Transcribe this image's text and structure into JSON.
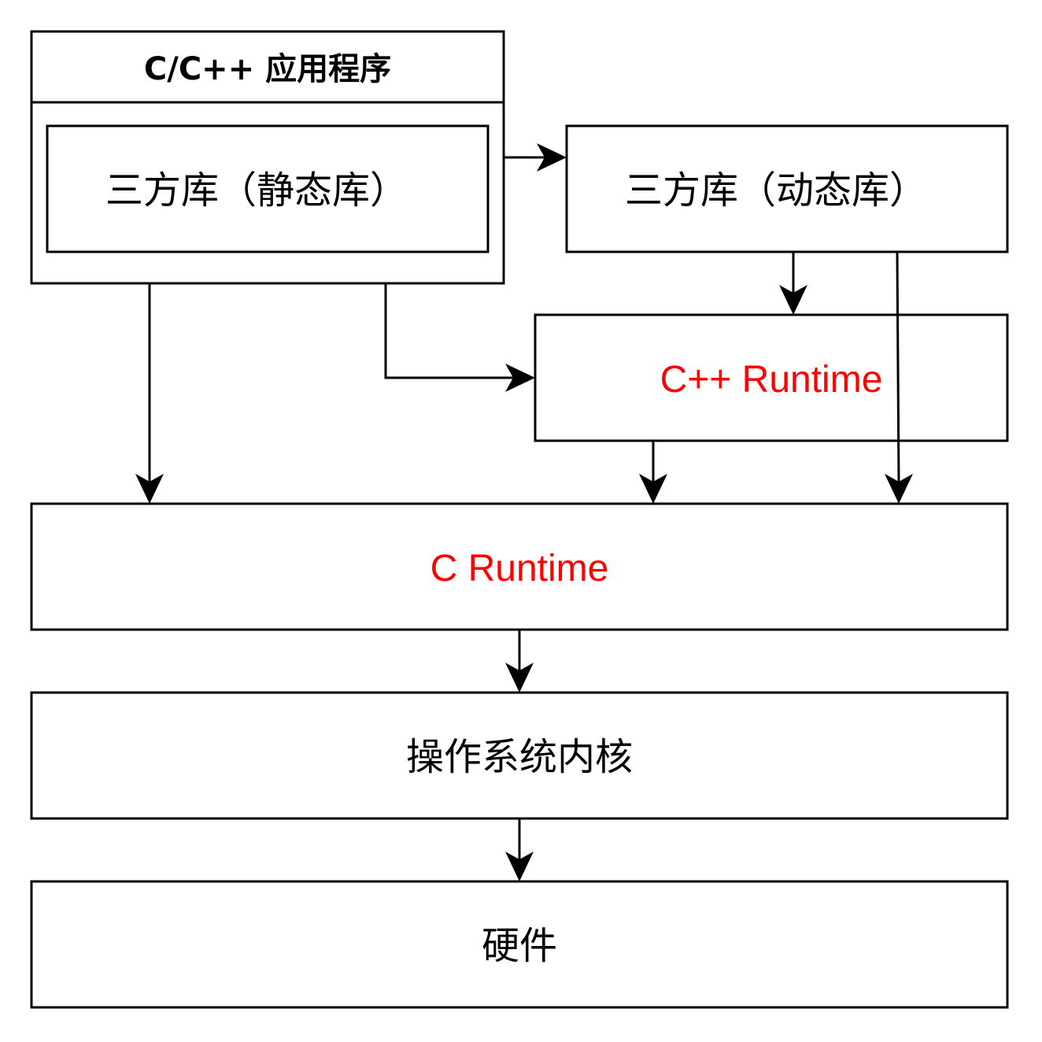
{
  "diagram": {
    "app_container": {
      "title": "C/C++ 应用程序"
    },
    "static_lib": {
      "label": "三方库（静态库）"
    },
    "dynamic_lib": {
      "label": "三方库（动态库）"
    },
    "cpp_runtime": {
      "label": "C++ Runtime",
      "color": "#ff0000"
    },
    "c_runtime": {
      "label": "C Runtime",
      "color": "#ff0000"
    },
    "os_kernel": {
      "label": "操作系统内核"
    },
    "hardware": {
      "label": "硬件"
    }
  },
  "colors": {
    "stroke": "#000000",
    "background": "#ffffff",
    "runtime_text": "#ff0000"
  }
}
